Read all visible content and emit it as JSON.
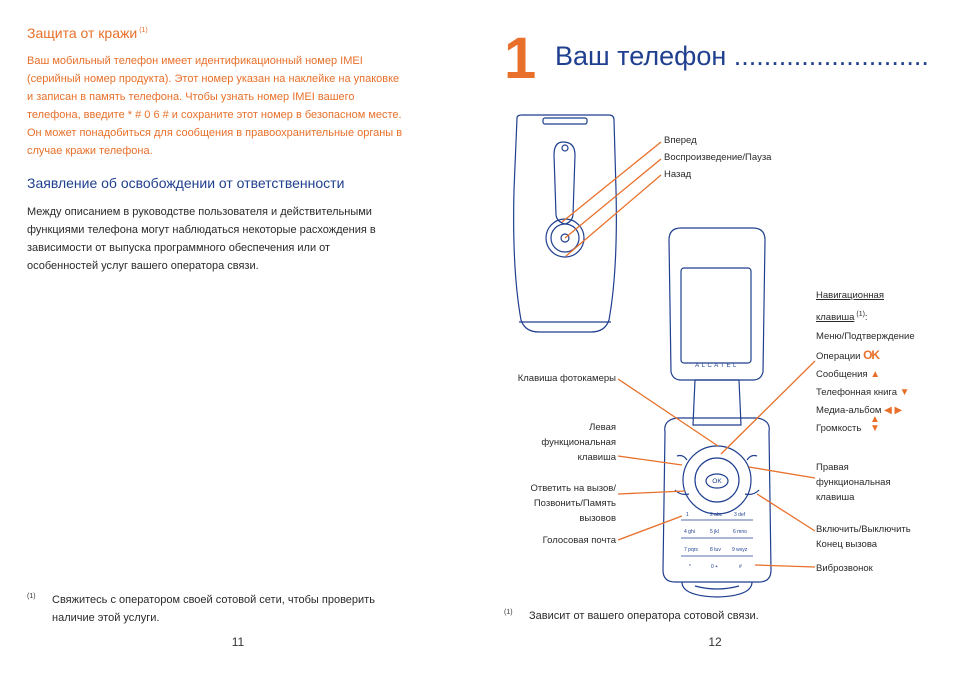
{
  "left_page": {
    "theft_heading": "Защита от кражи",
    "theft_heading_sup": "(1)",
    "theft_lines": [
      "Ваш мобильный телефон имеет идентификационный номер IMEI",
      "(серийный номер продукта). Этот номер указан на наклейке на упаковке",
      "и записан в память телефона. Чтобы узнать номер IMEI вашего",
      "телефона, введите * # 0 6 # и сохраните этот номер в безопасном месте.",
      "Он может понадобиться для сообщения в правоохранительные органы в",
      "случае кражи телефона."
    ],
    "disclaimer_heading": "Заявление об освобождении от ответственности",
    "disclaimer_lines": [
      "Между описанием в руководстве пользователя и действительными",
      "функциями телефона могут наблюдаться некоторые расхождения в",
      "зависимости от выпуска программного обеспечения или от",
      "особенностей услуг вашего оператора связи."
    ],
    "footnote_mark": "(1)",
    "footnote_lines": [
      "Свяжитесь с оператором своей сотовой сети, чтобы проверить",
      "наличие этой услуги."
    ],
    "page_number": "11"
  },
  "right_page": {
    "chapter_number": "1",
    "chapter_title": "Ваш телефон ..........................",
    "brand_on_phone": "ALCATEL",
    "ok_key_label": "OK",
    "keypad": [
      [
        "1",
        "2 abc",
        "3 def"
      ],
      [
        "4 ghi",
        "5 jkl",
        "6 mno"
      ],
      [
        "7 pqrs",
        "8 tuv",
        "9 wxyz"
      ],
      [
        "*",
        "0 +",
        "#"
      ]
    ],
    "callouts_top": [
      "Вперед",
      "Воспроизведение/Пауза",
      "Назад"
    ],
    "nav_key": {
      "title": "Навигационная",
      "title2": "клавиша",
      "sup": "(1)",
      "colon": ":",
      "menu": "Меню/Подтверждение",
      "operations": "Операции",
      "ok_symbol": "OK",
      "messages": "Сообщения",
      "phonebook": "Телефонная книга",
      "media": "Медиа-альбом",
      "volume": "Громкость"
    },
    "camera_key": "Клавиша фотокамеры",
    "left_soft": [
      "Левая",
      "функциональная",
      "клавиша"
    ],
    "answer": [
      "Ответить на вызов/",
      "Позвонить/Память",
      "вызовов"
    ],
    "voicemail": "Голосовая почта",
    "right_soft": [
      "Правая",
      "функциональная",
      "клавиша"
    ],
    "power": [
      "Включить/Выключить",
      "Конец вызова"
    ],
    "vibra": "Виброзвонок",
    "footnote_mark": "(1)",
    "footnote_text": "Зависит от вашего оператора сотовой связи.",
    "page_number": "12"
  },
  "colors": {
    "accent_orange": "#e8702a",
    "heading_blue": "#1f3f8f",
    "phone_outline": "#1f3f8f"
  }
}
